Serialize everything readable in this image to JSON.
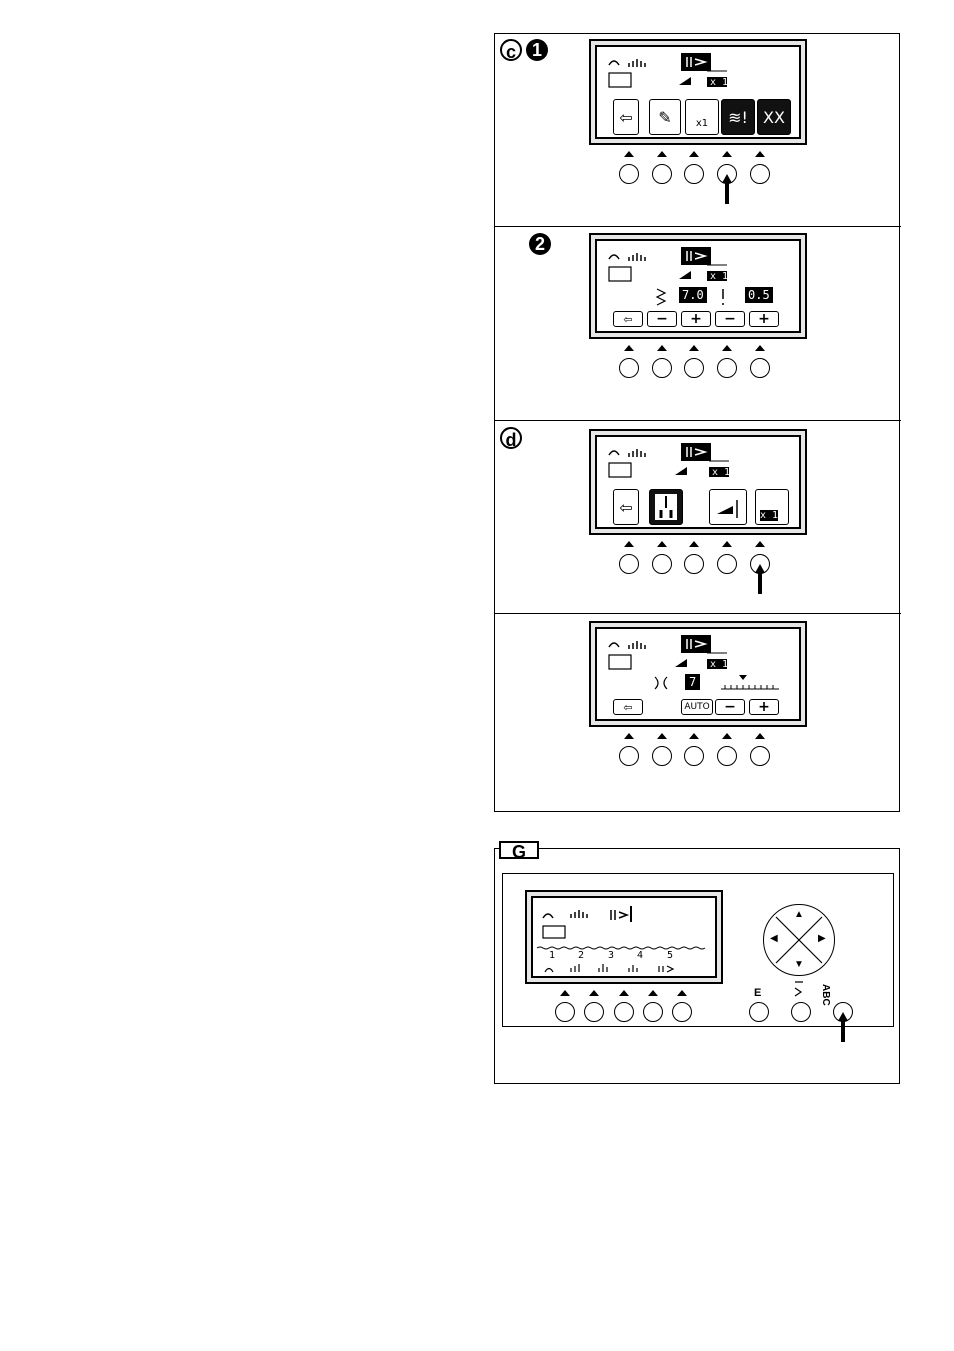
{
  "steps": {
    "c1": {
      "letter": "c",
      "number": "1",
      "lcd": {
        "bottom_keys": [
          "⇦",
          "✎",
          "x1",
          "≋!",
          "XX"
        ],
        "badge": "x 1"
      }
    },
    "c2": {
      "number": "2",
      "lcd": {
        "width_value": "7.0",
        "length_value": "0.5",
        "badge": "x 1",
        "keys": [
          "⇦",
          "−",
          "+",
          "−",
          "+"
        ]
      }
    },
    "d": {
      "letter": "d",
      "lcd": {
        "badge": "x 1",
        "key_badge": "x 1"
      }
    },
    "d2": {
      "lcd": {
        "value": "7",
        "auto_label": "AUTO",
        "badge": "x 1",
        "keys": [
          "⇦",
          "AUTO",
          "−",
          "+"
        ]
      }
    }
  },
  "panel_g": {
    "label": "G",
    "lcd": {
      "numbers": [
        "1",
        "2",
        "3",
        "4",
        "5"
      ]
    },
    "buttons": {
      "e_label": "E",
      "abc_label": "ABC"
    }
  },
  "icons": {
    "up": "arrow-up-icon",
    "left": "arrow-left-icon",
    "right": "arrow-right-icon",
    "down": "arrow-down-icon"
  }
}
